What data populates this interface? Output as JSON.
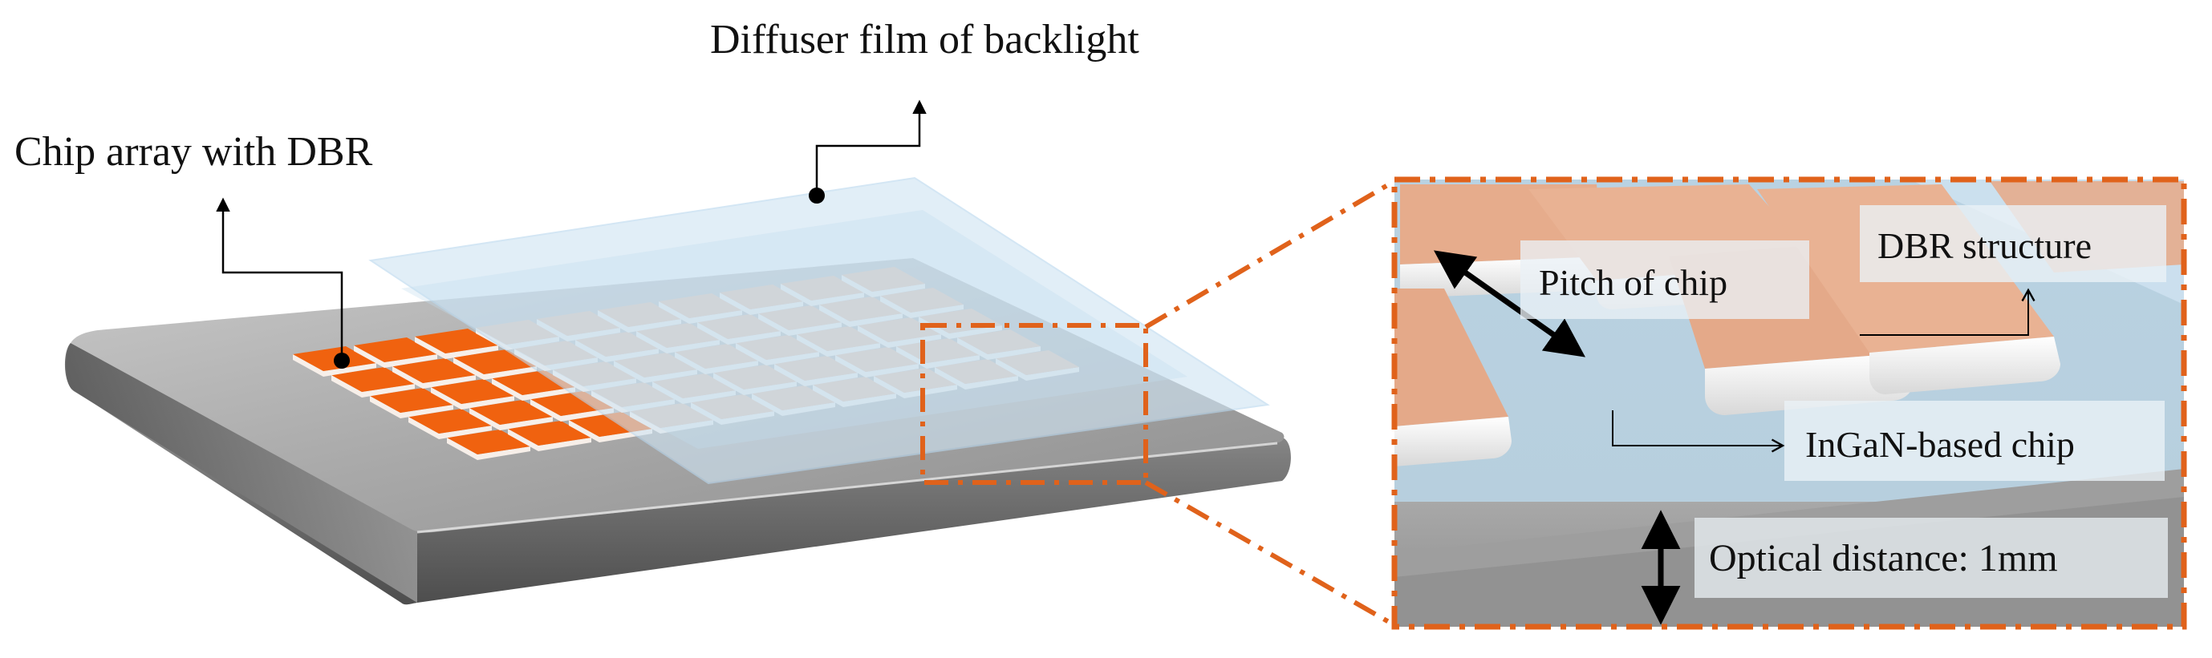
{
  "labels": {
    "diffuser": "Diffuser film of backlight",
    "chip_array": "Chip array with DBR",
    "pitch": "Pitch of chip",
    "dbr": "DBR structure",
    "ingan": "InGaN-based chip",
    "optical_distance": "Optical distance: 1mm"
  },
  "colors": {
    "chip_orange": "#f0620f",
    "chip_peach": "#e9b293",
    "diffuser": "#cfe4f3",
    "zoom_border": "#e0621b",
    "base": "#9a9a9a"
  }
}
